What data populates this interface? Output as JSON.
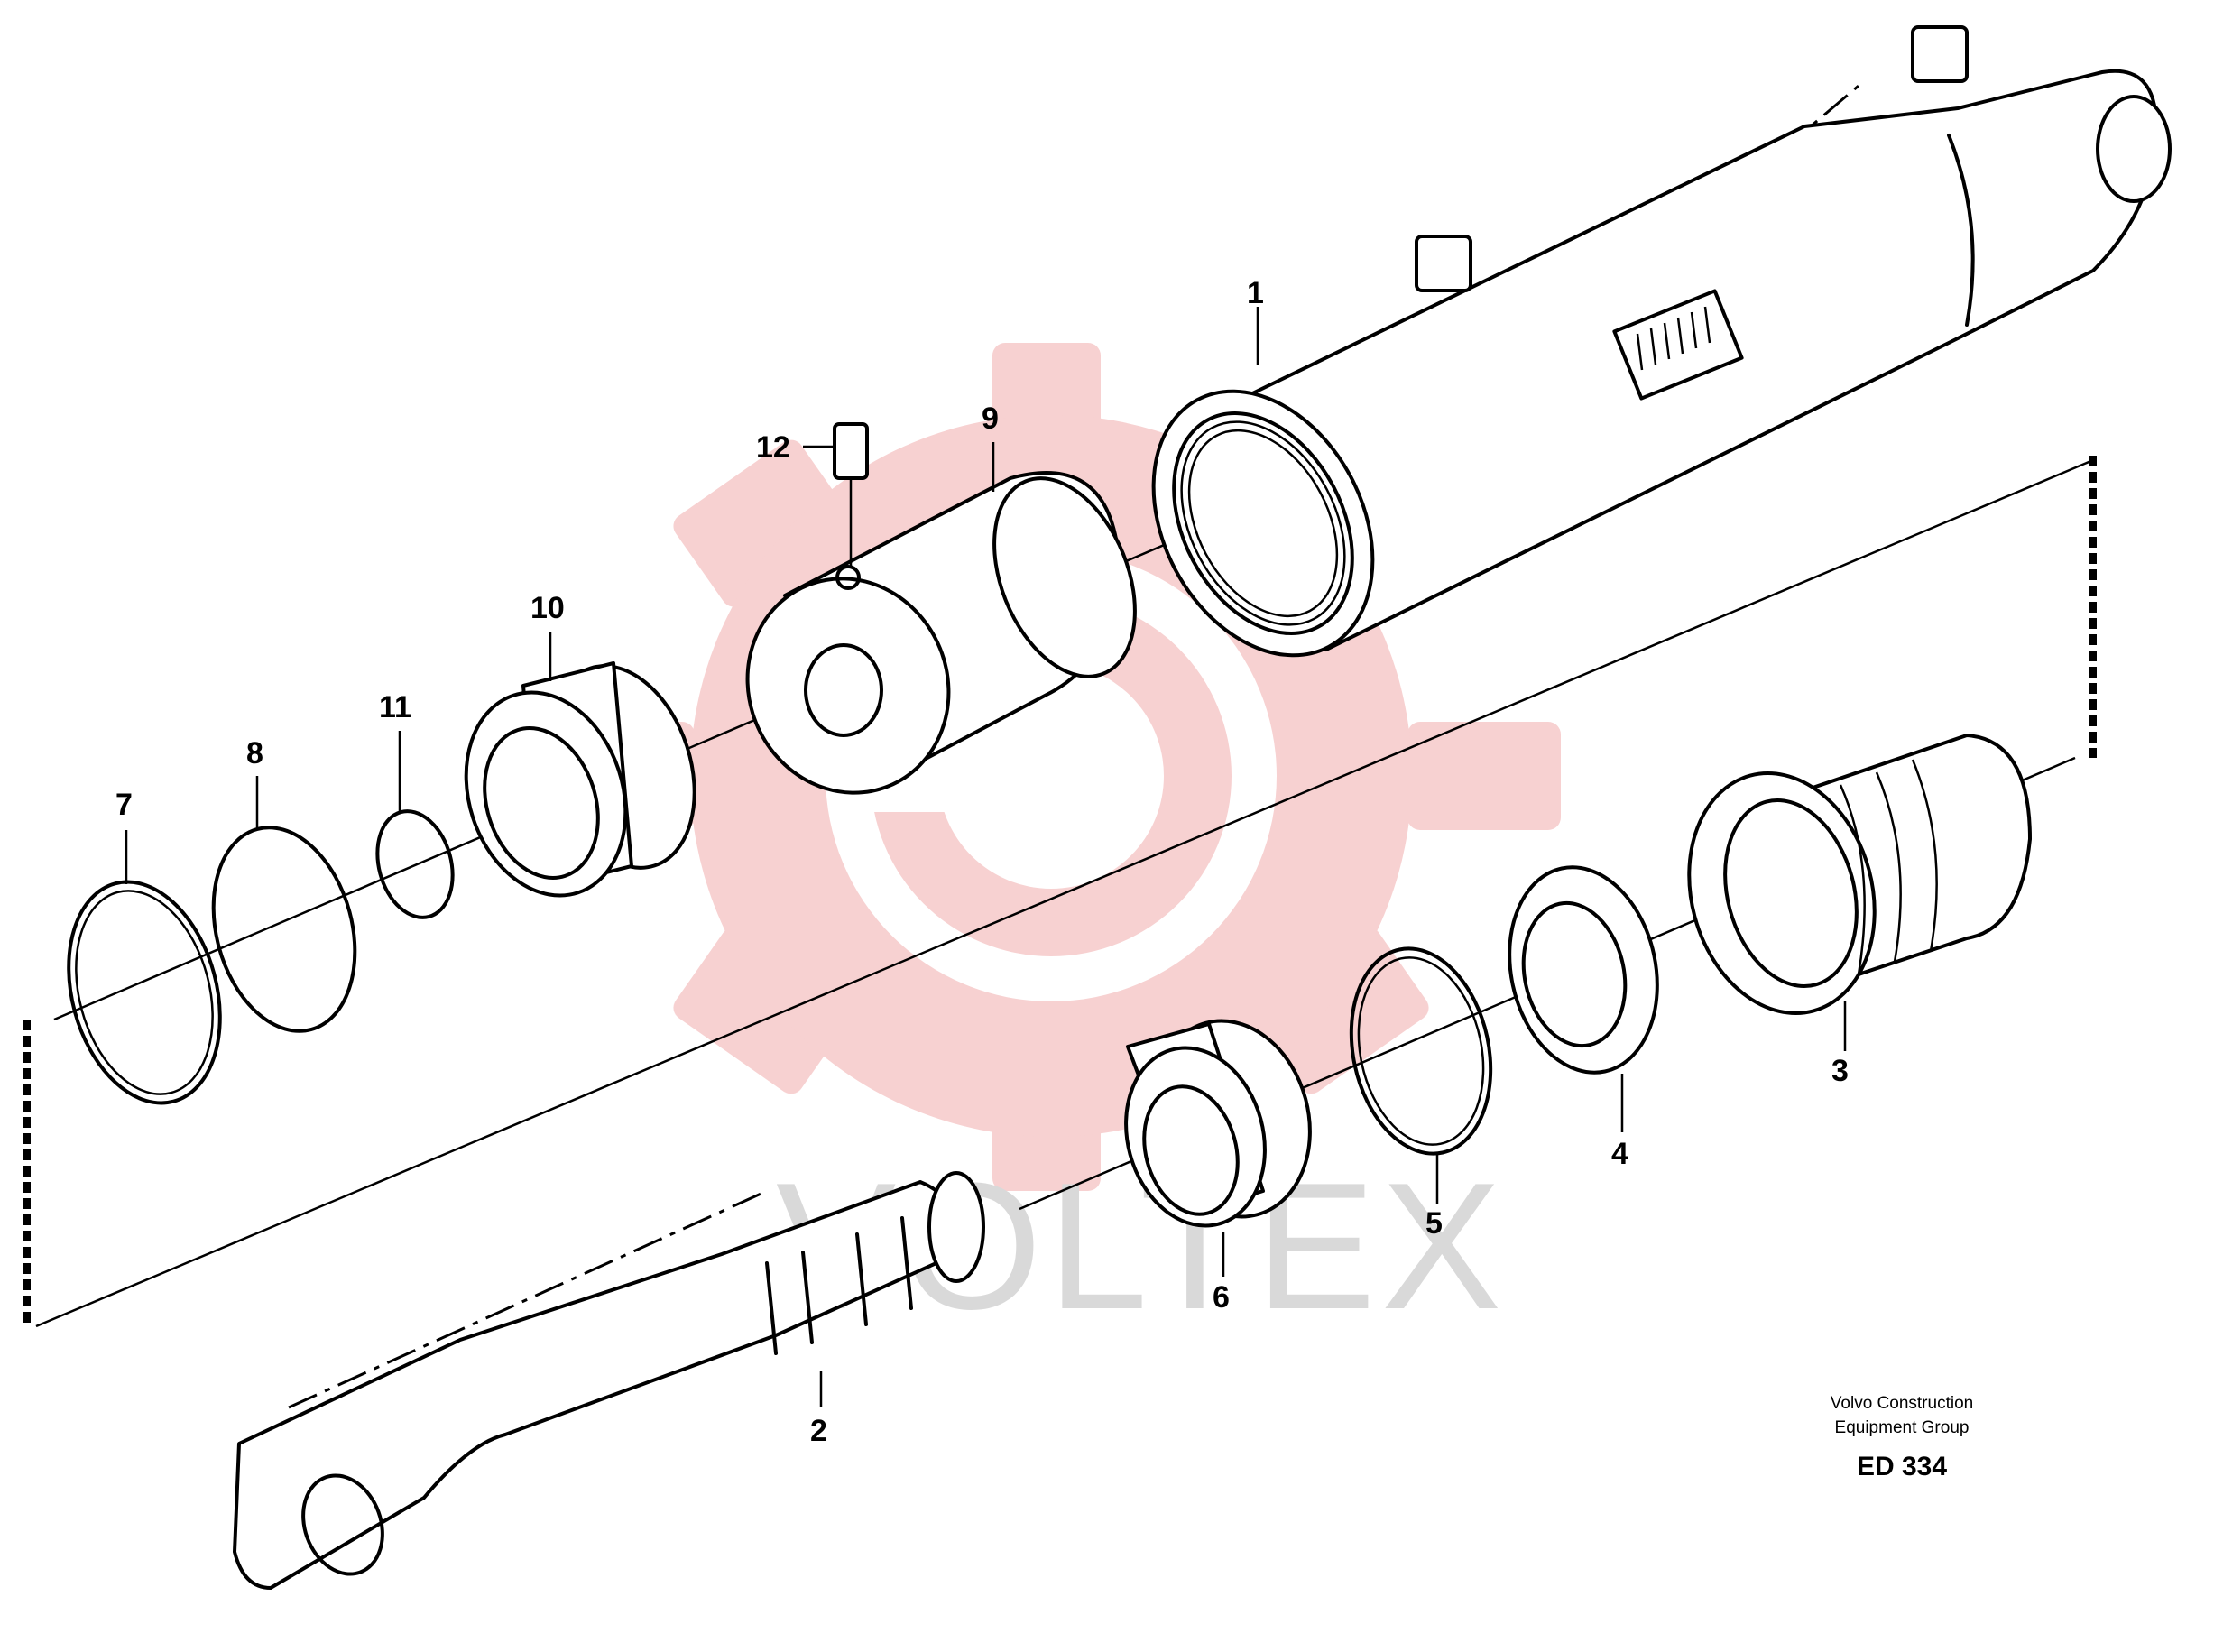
{
  "watermark": {
    "text": "VOLTEX",
    "color": "#f4b8b8"
  },
  "parts": [
    {
      "number": "1"
    },
    {
      "number": "2"
    },
    {
      "number": "3"
    },
    {
      "number": "4"
    },
    {
      "number": "5"
    },
    {
      "number": "6"
    },
    {
      "number": "7"
    },
    {
      "number": "8"
    },
    {
      "number": "9"
    },
    {
      "number": "10"
    },
    {
      "number": "11"
    },
    {
      "number": "12"
    }
  ],
  "caption": {
    "line1": "Volvo Construction",
    "line2": "Equipment Group",
    "code": "ED 334"
  }
}
